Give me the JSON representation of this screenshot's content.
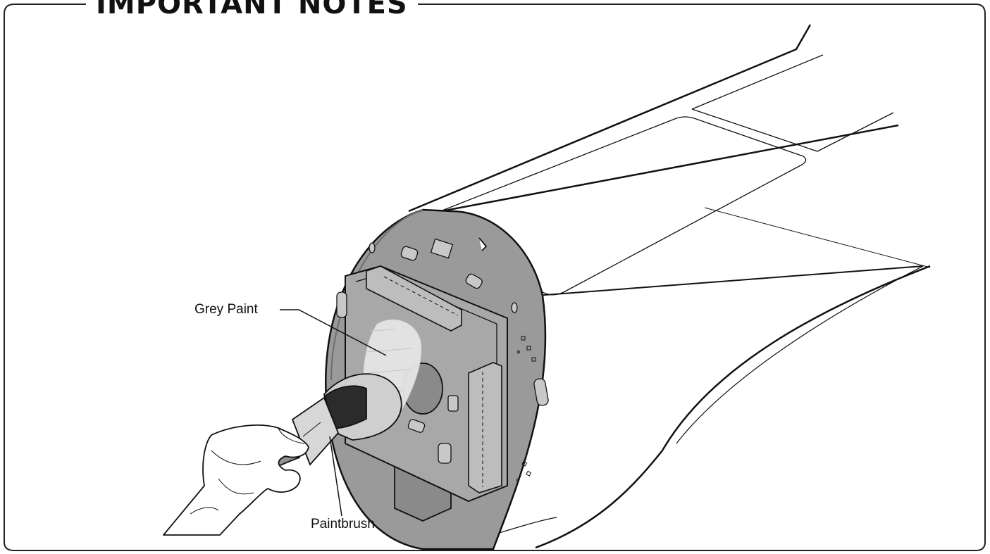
{
  "header": {
    "title": "IMPORTANT NOTES"
  },
  "callouts": {
    "grey_paint": "Grey Paint",
    "paintbrush": "Paintbrush"
  },
  "colors": {
    "ink": "#111111",
    "bulkhead_grey": "#9a9a9a",
    "bulkhead_dark": "#6e6e6e",
    "paint_white": "#e6e6e6"
  }
}
